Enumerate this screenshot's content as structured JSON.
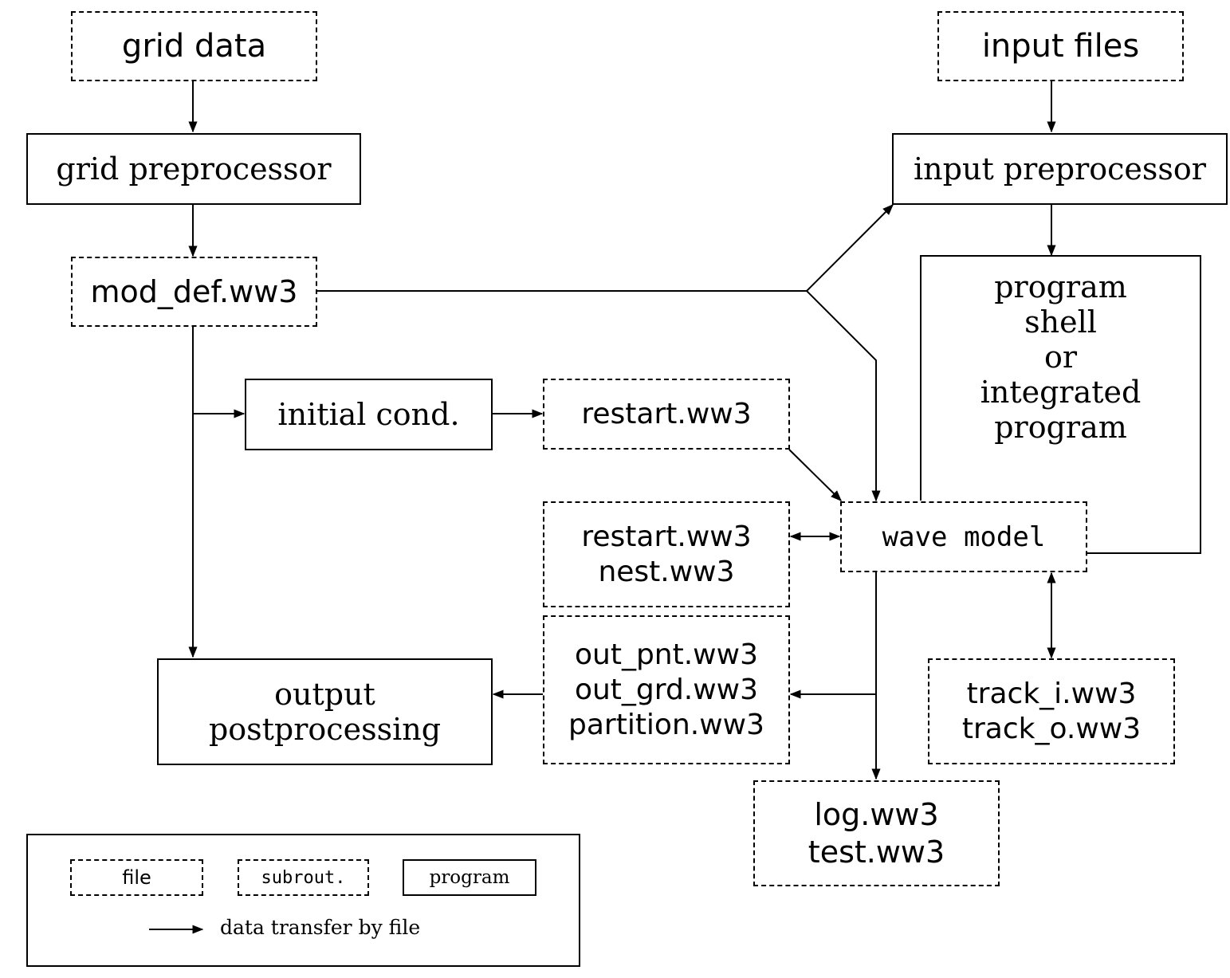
{
  "nodes": {
    "grid_data": "grid data",
    "input_files": "input files",
    "grid_preprocessor": "grid preprocessor",
    "input_preprocessor": "input preprocessor",
    "mod_def": "mod_def.ww3",
    "program_shell": [
      "program",
      "shell",
      "or",
      "integrated",
      "program"
    ],
    "initial_cond": "initial cond.",
    "restart_in": "restart.ww3",
    "restart_nest": [
      "restart.ww3",
      "nest.ww3"
    ],
    "wave_model": "wave model",
    "output_files": [
      "out_pnt.ww3",
      "out_grd.ww3",
      "partition.ww3"
    ],
    "output_postprocessing": [
      "output",
      "postprocessing"
    ],
    "track_files": [
      "track_i.ww3",
      "track_o.ww3"
    ],
    "log_files": [
      "log.ww3",
      "test.ww3"
    ]
  },
  "legend": {
    "file": "file",
    "subroutine": "subrout.",
    "program": "program",
    "arrow": "data transfer by file"
  },
  "colors": {
    "line": "#000000",
    "background": "#ffffff"
  }
}
